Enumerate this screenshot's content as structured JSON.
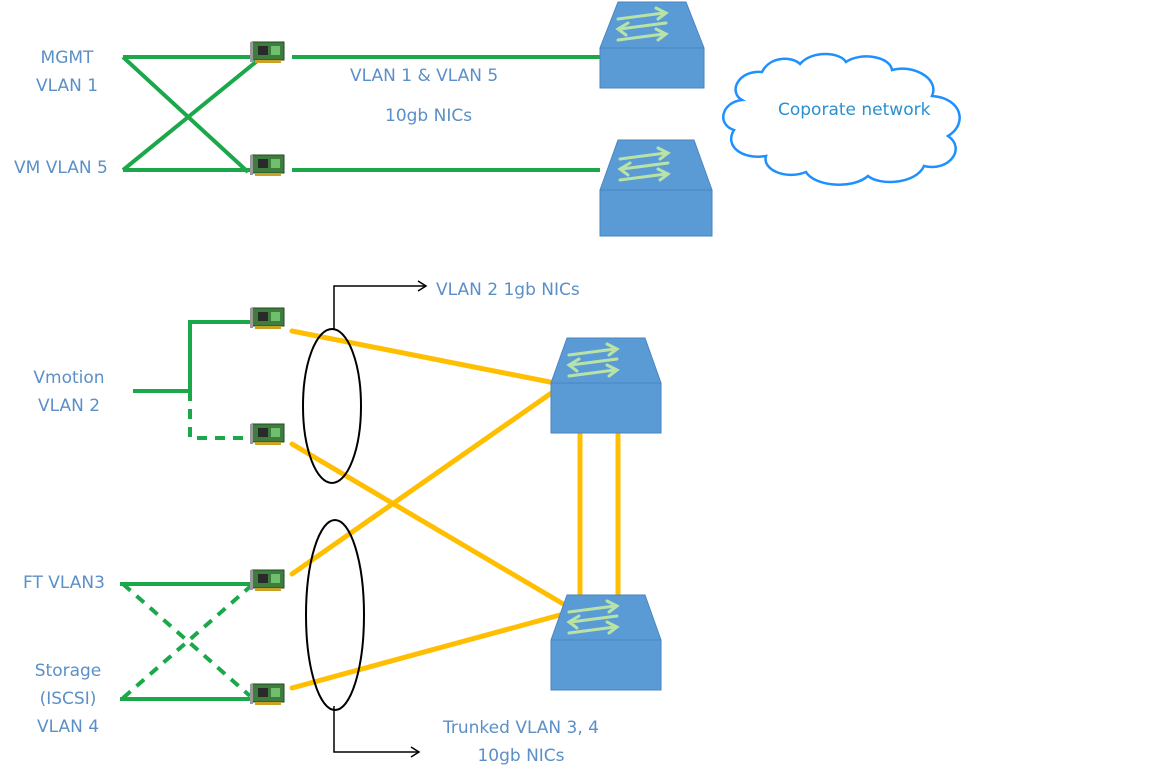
{
  "labels": {
    "mgmt_line1": "MGMT",
    "mgmt_line2": "VLAN 1",
    "vm_vlan": "VM VLAN 5",
    "top_vlan": "VLAN 1 & VLAN 5",
    "top_nics": "10gb NICs",
    "cloud": "Coporate network",
    "vmotion_line1": "Vmotion",
    "vmotion_line2": "VLAN 2",
    "vlan2_nics": "VLAN 2 1gb NICs",
    "ft_vlan": "FT VLAN3",
    "storage_line1": "Storage",
    "storage_line2": "(ISCSI)",
    "storage_line3": "VLAN 4",
    "trunk_line1": "Trunked VLAN 3, 4",
    "trunk_line2": "10gb NICs"
  },
  "colors": {
    "green_link": "#1aa84a",
    "yellow_link": "#ffbf00",
    "switch_blue": "#5b9bd5",
    "cloud_outline": "#1e90ff",
    "nic_green": "#3a7a3a",
    "label_blue": "#5b8fc7"
  },
  "icons": [
    "nic-icon",
    "switch-icon",
    "cloud-icon"
  ]
}
